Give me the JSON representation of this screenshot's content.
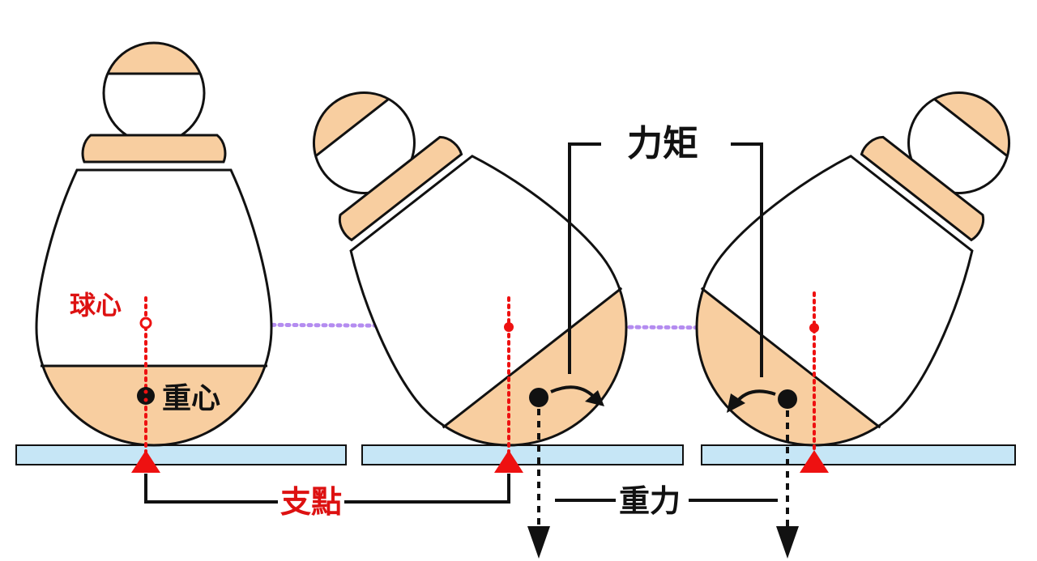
{
  "labels": {
    "ball_center": "球心",
    "center_of_gravity": "重心",
    "torque": "力矩",
    "fulcrum": "支點",
    "gravity": "重力"
  },
  "colors": {
    "fill": "#F8CEA0",
    "ground": "#C6E6F6",
    "outline": "#111111",
    "accent_red": "#EE1111",
    "dotted_line": "#B48CF0",
    "label_red": "#DD1111",
    "label_black": "#111111"
  },
  "figures": [
    "upright",
    "tilted-left",
    "tilted-right"
  ]
}
